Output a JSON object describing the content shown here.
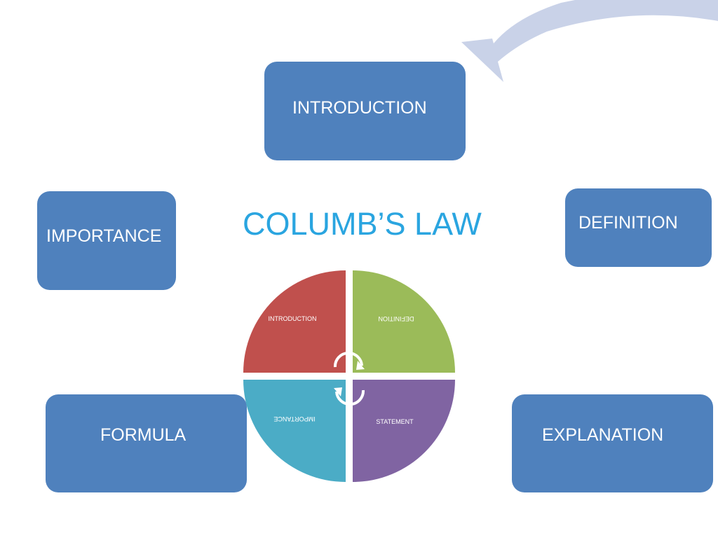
{
  "diagram": {
    "title": "COLUMB’S LAW",
    "boxes": {
      "introduction": "INTRODUCTION",
      "definition": "DEFINITION",
      "importance": "IMPORTANCE",
      "formula": "FORMULA",
      "explanation": "EXPLANATION"
    },
    "cycle": {
      "quadrants": [
        {
          "label": "INTRODUCTION",
          "color": "#c0504d",
          "flipped": false
        },
        {
          "label": "DEFINITION",
          "color": "#9bbb59",
          "flipped": true
        },
        {
          "label": "STATEMENT",
          "color": "#8064a2",
          "flipped": false
        },
        {
          "label": "IMPORTANCE",
          "color": "#4bacc6",
          "flipped": true
        }
      ]
    },
    "box_color": "#4f81bd",
    "title_color": "#2aa5e0",
    "arrow_color": "#c9d2e8"
  }
}
